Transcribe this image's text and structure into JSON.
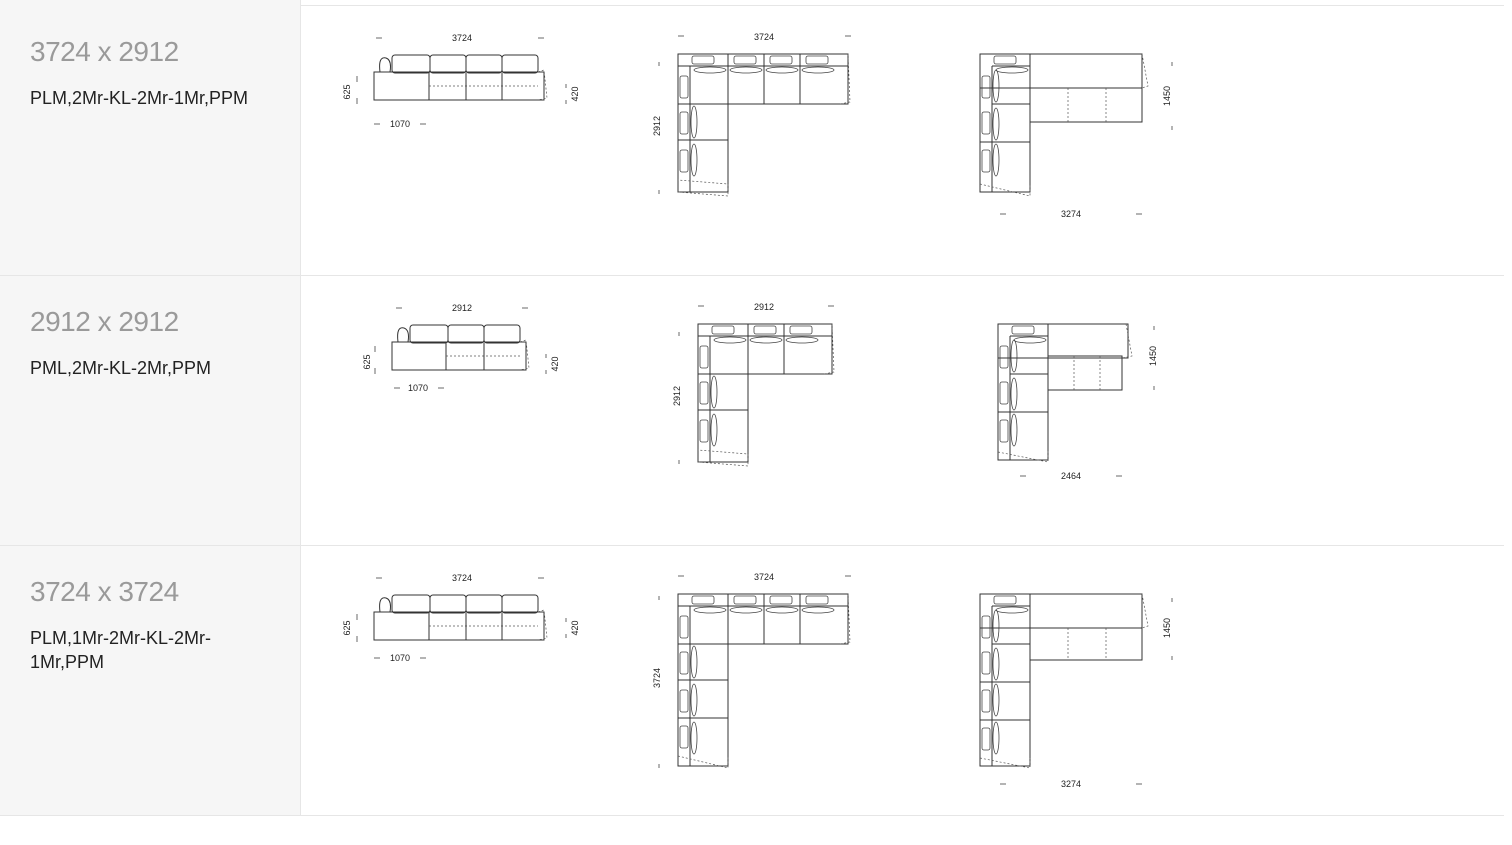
{
  "configurations": [
    {
      "dimensions": "3724 x 2912",
      "code": "PLM,2Mr-KL-2Mr-1Mr,PPM",
      "front_view": {
        "width": "3724",
        "height": "625",
        "seat_height": "420",
        "depth": "1070"
      },
      "top_view": {
        "width": "3724",
        "depth": "2912"
      },
      "open_view": {
        "width": "3274",
        "depth": "1450"
      }
    },
    {
      "dimensions": "2912 x 2912",
      "code": "PML,2Mr-KL-2Mr,PPM",
      "front_view": {
        "width": "2912",
        "height": "625",
        "seat_height": "420",
        "depth": "1070"
      },
      "top_view": {
        "width": "2912",
        "depth": "2912"
      },
      "open_view": {
        "width": "2464",
        "depth": "1450"
      }
    },
    {
      "dimensions": "3724 x 3724",
      "code": "PLM,1Mr-2Mr-KL-2Mr-1Mr,PPM",
      "front_view": {
        "width": "3724",
        "height": "625",
        "seat_height": "420",
        "depth": "1070"
      },
      "top_view": {
        "width": "3724",
        "depth": "3724"
      },
      "open_view": {
        "width": "3274",
        "depth": "1450"
      }
    }
  ]
}
